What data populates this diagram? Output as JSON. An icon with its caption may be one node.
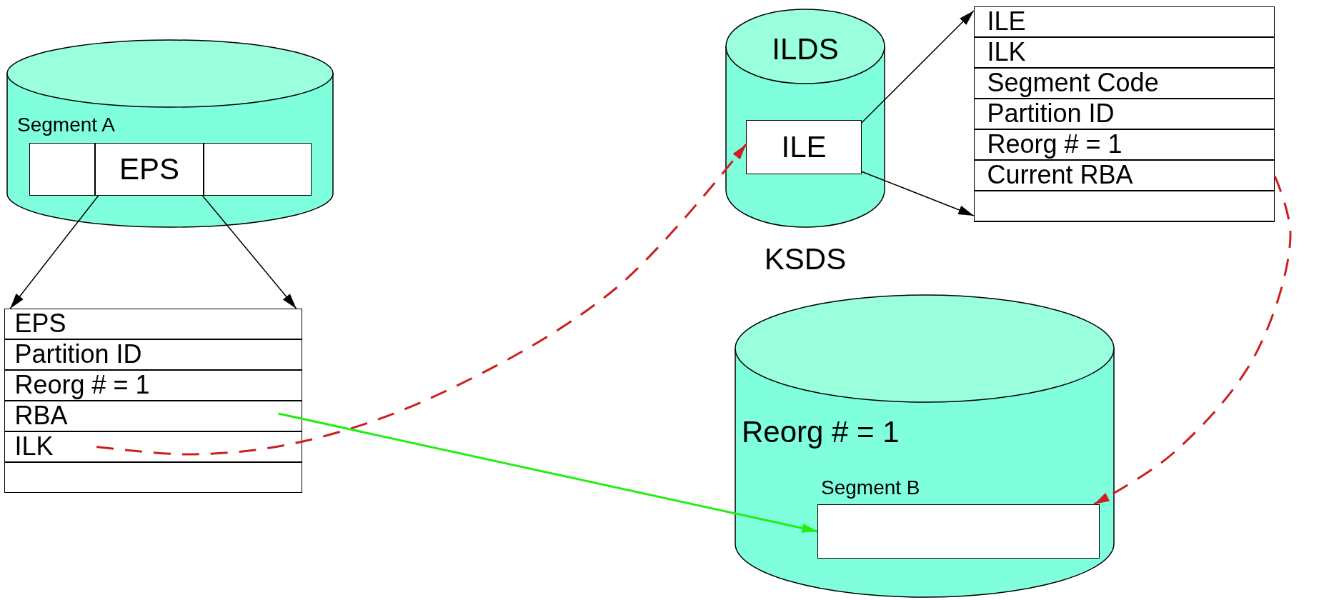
{
  "diagram": {
    "nodes": [
      {
        "text": [
          "Segment A"
        ]
      },
      {
        "text": [],
        "shape": "box",
        "in": 0
      },
      {
        "text": [
          "EPS"
        ],
        "in": 0
      },
      {
        "text": [],
        "shape": "box",
        "in": 0
      },
      {
        "text": [],
        "shape": "box"
      },
      {
        "text": [
          "EPS"
        ],
        "in": 4
      },
      {
        "text": [
          "Partition ID"
        ],
        "in": 4
      },
      {
        "text": [
          "Reorg # = 1"
        ],
        "in": 4
      },
      {
        "text": [
          "RBA"
        ],
        "in": 4
      },
      {
        "text": [
          "ILK"
        ],
        "in": 4
      },
      {
        "text": [],
        "shape": "box",
        "in": 4
      },
      {
        "text": [
          "ILDS"
        ],
        "beside": [
          "KSDS"
        ]
      },
      {
        "text": [
          "ILE"
        ],
        "in": 11
      },
      {
        "text": [],
        "shape": "box"
      },
      {
        "text": [
          "ILE"
        ],
        "in": 13
      },
      {
        "text": [
          "ILK"
        ],
        "in": 13
      },
      {
        "text": [
          "Segment Code"
        ],
        "in": 13
      },
      {
        "text": [
          "Partition ID"
        ],
        "in": 13
      },
      {
        "text": [
          "Reorg # = 1"
        ],
        "in": 13
      },
      {
        "text": [
          "Current RBA"
        ],
        "in": 13
      },
      {
        "text": [],
        "shape": "box",
        "in": 13
      },
      {
        "text": [
          "Reorg # = 1"
        ]
      },
      {
        "text": [
          "Segment B"
        ],
        "in": 21
      }
    ],
    "edges": [
      {
        "from": 2,
        "to": 4,
        "arrow": "to"
      },
      {
        "from": 2,
        "to": 4,
        "arrow": "to"
      },
      {
        "from": 12,
        "to": 13,
        "arrow": "to"
      },
      {
        "from": 12,
        "to": 13,
        "arrow": "to"
      },
      {
        "from": 9,
        "to": 12,
        "arrow": "to",
        "style": "dashed",
        "color": "#cc1f1f"
      },
      {
        "from": 8,
        "to": 22,
        "arrow": "to",
        "color": "#22ee11"
      },
      {
        "from": 19,
        "to": 22,
        "arrow": "to",
        "style": "dashed",
        "color": "#cc1f1f"
      }
    ]
  }
}
